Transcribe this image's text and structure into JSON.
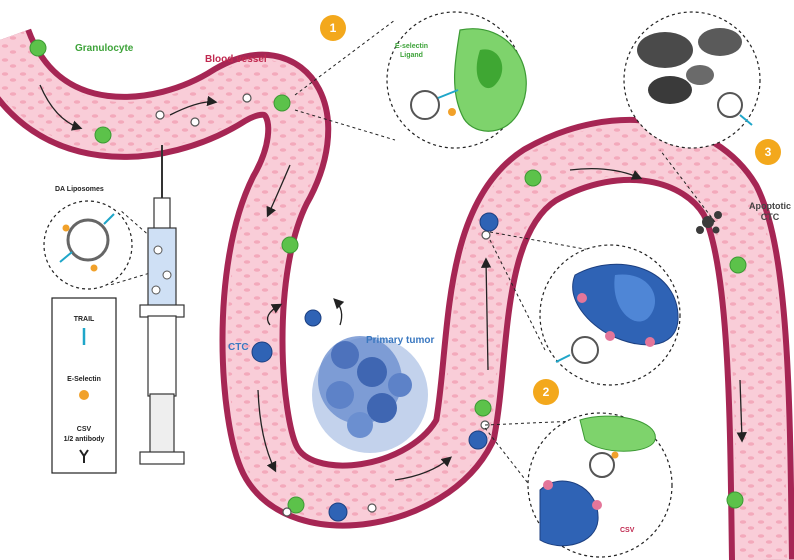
{
  "labels": {
    "granulocyte": "Granulocyte",
    "blood_vessel": "Blood vessel",
    "e_selectin_ligand_line1": "E-selectin",
    "e_selectin_ligand_line2": "Ligand",
    "da_liposomes": "DA Liposomes",
    "ctc": "CTC",
    "primary_tumor": "Primary tumor",
    "apoptotic_ctc_line1": "Apoptotic",
    "apoptotic_ctc_line2": "CTC",
    "csv": "CSV"
  },
  "steps": [
    "1",
    "2",
    "3"
  ],
  "legend": {
    "trail": "TRAIL",
    "e_selectin": "E-Selectin",
    "csv_antibody_line1": "CSV",
    "csv_antibody_line2": "1/2 antibody"
  },
  "colors": {
    "vessel_wall": "#a62654",
    "vessel_lumen": "#f9cdd8",
    "granulocyte": "#5cc24a",
    "ctc": "#2f63b5",
    "tumor": "#6b8fd0",
    "step_badge": "#f3a81c",
    "trail": "#1fa6c9",
    "e_selectin": "#f1a12a",
    "apoptotic": "#3b3b3b",
    "csv_bump": "#e4769a",
    "green_label": "#3ea33a",
    "red_label": "#c0284f",
    "blue_label": "#3a78c0"
  }
}
